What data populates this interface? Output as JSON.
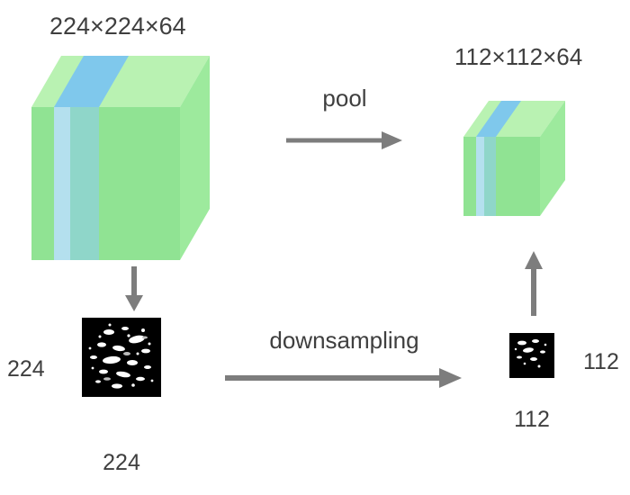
{
  "diagram": {
    "nodes": {
      "input_volume": {
        "label": "224×224×64"
      },
      "output_volume": {
        "label": "112×112×64"
      },
      "input_feature_map": {
        "height_label": "224",
        "width_label": "224"
      },
      "output_feature_map": {
        "height_label": "112",
        "width_label": "112"
      }
    },
    "edges": {
      "pool": {
        "label": "pool"
      },
      "downsampling": {
        "label": "downsampling"
      }
    },
    "colors": {
      "background": "#ffffff",
      "text": "#3f3f3f",
      "arrow": "#7d7d7d",
      "cube_top": "#b9f2b2",
      "cube_front": "#90e393",
      "cube_side": "#9dea9d",
      "slab_front": "#8fd6c9",
      "slab_edge": "#b4e0ee",
      "slab_top": "#7fc8ec",
      "feature_map_bg": "#000000",
      "feature_map_fg": "#ffffff"
    }
  }
}
